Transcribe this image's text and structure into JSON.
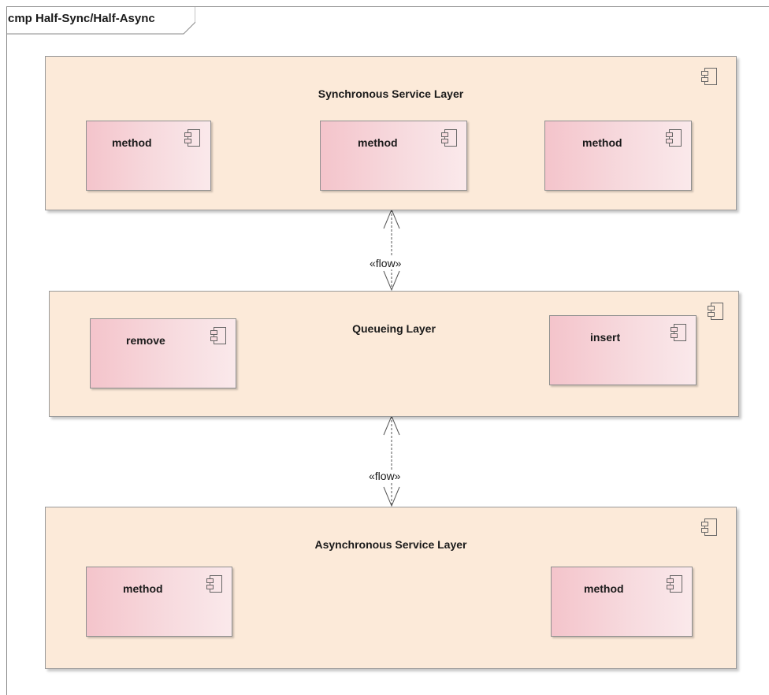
{
  "diagram": {
    "frame_title": "cmp Half-Sync/Half-Async",
    "layers": [
      {
        "id": "sync",
        "title": "Synchronous Service Layer",
        "components": [
          "method",
          "method",
          "method"
        ]
      },
      {
        "id": "queue",
        "title": "Queueing Layer",
        "components": [
          "remove",
          "insert"
        ]
      },
      {
        "id": "async",
        "title": "Asynchronous Service Layer",
        "components": [
          "method",
          "method"
        ]
      }
    ],
    "connectors": [
      {
        "from": "sync",
        "to": "queue",
        "stereotype": "«flow»"
      },
      {
        "from": "queue",
        "to": "async",
        "stereotype": "«flow»"
      }
    ],
    "icons": {
      "component": "component-icon"
    },
    "colors": {
      "layer_fill": "#fcead9",
      "component_fill_start": "#f4c4cb",
      "component_fill_end": "#fae9eb",
      "border": "#9a9a9a"
    }
  }
}
